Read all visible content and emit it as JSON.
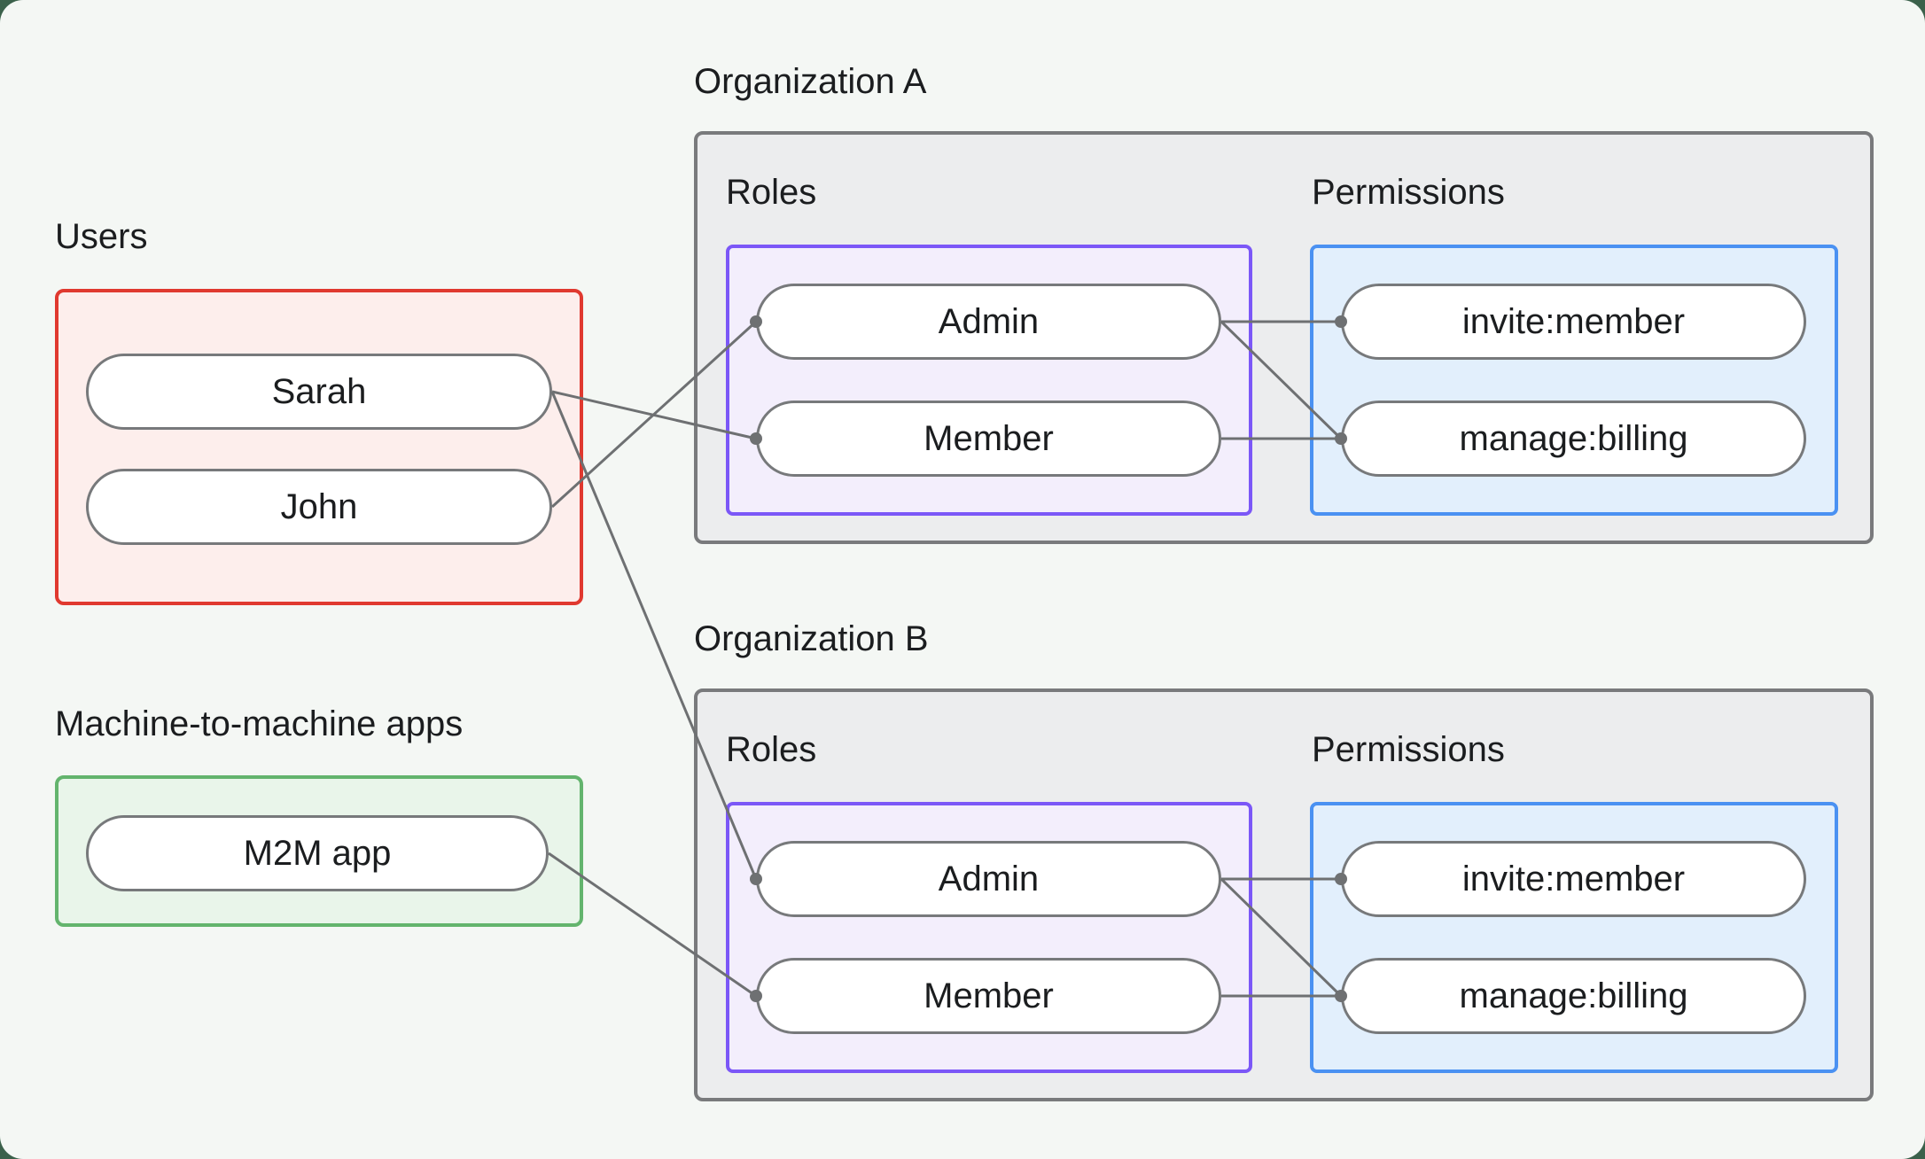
{
  "theme": {
    "outer-bg": "#3b614b",
    "canvas-bg": "#f4f7f4",
    "text": "#1b1d1f",
    "connector": "#6e7072",
    "org-border": "#797a7c",
    "org-bg": "#ecedee",
    "users-border": "#e0392f",
    "users-bg": "#fdeeec",
    "m2m-border": "#63b46d",
    "m2m-bg": "#e9f5ea",
    "roles-border": "#7b57f7",
    "roles-bg": "#f3eefc",
    "perms-border": "#4a91f2",
    "perms-bg": "#e2effc",
    "pill-border": "#77797b",
    "pill-bg": "#ffffff"
  },
  "users": {
    "label": "Users",
    "items": [
      {
        "id": "user-sarah",
        "label": "Sarah"
      },
      {
        "id": "user-john",
        "label": "John"
      }
    ]
  },
  "m2m": {
    "label": "Machine-to-machine apps",
    "items": [
      {
        "id": "m2m-app",
        "label": "M2M app"
      }
    ]
  },
  "organizations": [
    {
      "id": "org-a",
      "label": "Organization A",
      "roles_label": "Roles",
      "permissions_label": "Permissions",
      "roles": [
        {
          "id": "orga-role-admin",
          "label": "Admin"
        },
        {
          "id": "orga-role-member",
          "label": "Member"
        }
      ],
      "permissions": [
        {
          "id": "orga-perm-invite",
          "label": "invite:member"
        },
        {
          "id": "orga-perm-manage",
          "label": "manage:billing"
        }
      ]
    },
    {
      "id": "org-b",
      "label": "Organization B",
      "roles_label": "Roles",
      "permissions_label": "Permissions",
      "roles": [
        {
          "id": "orgb-role-admin",
          "label": "Admin"
        },
        {
          "id": "orgb-role-member",
          "label": "Member"
        }
      ],
      "permissions": [
        {
          "id": "orgb-perm-invite",
          "label": "invite:member"
        },
        {
          "id": "orgb-perm-manage",
          "label": "manage:billing"
        }
      ]
    }
  ],
  "edges": [
    {
      "from": "user-sarah",
      "to": "orga-role-member"
    },
    {
      "from": "user-john",
      "to": "orga-role-admin"
    },
    {
      "from": "user-sarah",
      "to": "orgb-role-admin"
    },
    {
      "from": "m2m-app",
      "to": "orgb-role-member"
    },
    {
      "from": "orga-role-admin",
      "to": "orga-perm-invite"
    },
    {
      "from": "orga-role-admin",
      "to": "orga-perm-manage"
    },
    {
      "from": "orga-role-member",
      "to": "orga-perm-manage"
    },
    {
      "from": "orgb-role-admin",
      "to": "orgb-perm-invite"
    },
    {
      "from": "orgb-role-admin",
      "to": "orgb-perm-manage"
    },
    {
      "from": "orgb-role-member",
      "to": "orgb-perm-manage"
    }
  ]
}
